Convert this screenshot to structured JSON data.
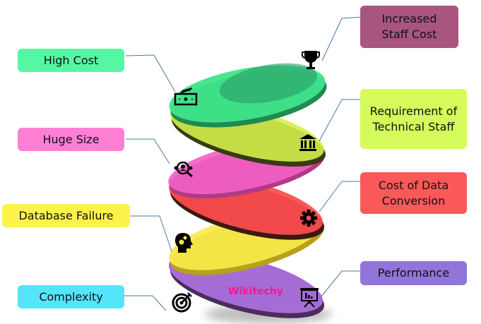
{
  "labels": {
    "high_cost": {
      "text": "High Cost",
      "color": "#55f7a3"
    },
    "huge_size": {
      "text": "Huge Size",
      "color": "#ff7fd6"
    },
    "database_failure": {
      "text": "Database Failure",
      "color": "#fbf34c"
    },
    "complexity": {
      "text": "Complexity",
      "color": "#55e5fb"
    },
    "increased_staff_cost": {
      "text": "Increased Staff Cost",
      "color": "#a85580"
    },
    "requirement_technical_staff": {
      "text": "Requirement of Technical Staff",
      "color": "#d4fa5b"
    },
    "cost_data_conversion": {
      "text": "Cost of Data Conversion",
      "color": "#fb5959"
    },
    "performance": {
      "text": "Performance",
      "color": "#9175d8"
    }
  },
  "discs": {
    "green": "#3fe58a",
    "lime": "#d4f04a",
    "pink": "#f261c4",
    "red": "#ff4d4d",
    "yellow": "#f8ea4a",
    "purple": "#a66cd6"
  },
  "watermark": "Wikitechy"
}
